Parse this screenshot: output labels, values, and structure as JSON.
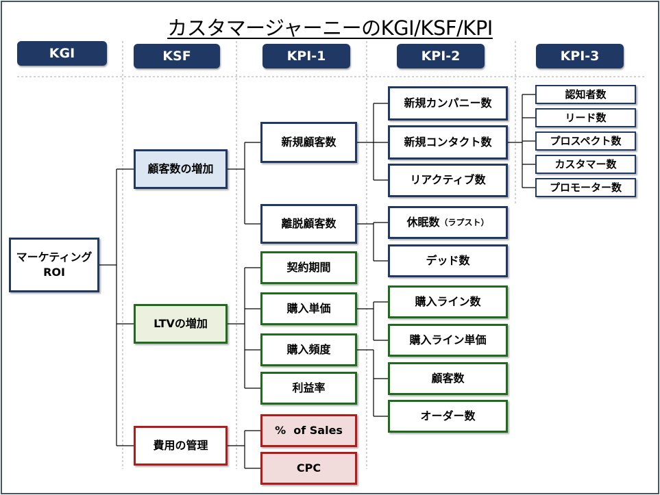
{
  "title": "カスタマージャーニーのKGI/KSF/KPI",
  "headers": {
    "kgi": "KGI",
    "ksf": "KSF",
    "kpi1": "KPI-1",
    "kpi2": "KPI-2",
    "kpi3": "KPI-3"
  },
  "kgi": {
    "line1": "マーケティング",
    "line2": "ROI"
  },
  "ksf": {
    "customers": "顧客数の増加",
    "ltv": "LTVの増加",
    "cost": "費用の管理"
  },
  "kpi1": {
    "new_customers": "新規顧客数",
    "churned_customers": "離脱顧客数",
    "contract_period": "契約期間",
    "unit_price": "購入単価",
    "frequency": "購入頻度",
    "margin": "利益率",
    "pct_sales": "%  of Sales",
    "cpc": "CPC"
  },
  "kpi2": {
    "new_companies": "新規カンパニー数",
    "new_contacts": "新規コンタクト数",
    "reactive": "リアクティブ数",
    "dormant": "休眠数",
    "dormant_note": "（ラプスト）",
    "dead": "デッド数",
    "purchase_lines": "購入ライン数",
    "line_unit_price": "購入ライン単価",
    "customers": "顧客数",
    "orders": "オーダー数"
  },
  "kpi3": {
    "awareness": "認知者数",
    "leads": "リード数",
    "prospects": "プロスペクト数",
    "customers": "カスタマー数",
    "promoters": "プロモーター数"
  },
  "colors": {
    "navy": "#1f3864",
    "green": "#1e6b1e",
    "red": "#b31b1b",
    "blue_fill": "#dce6f2",
    "green_fill": "#ebf1de",
    "red_fill": "#f2dcdb"
  }
}
